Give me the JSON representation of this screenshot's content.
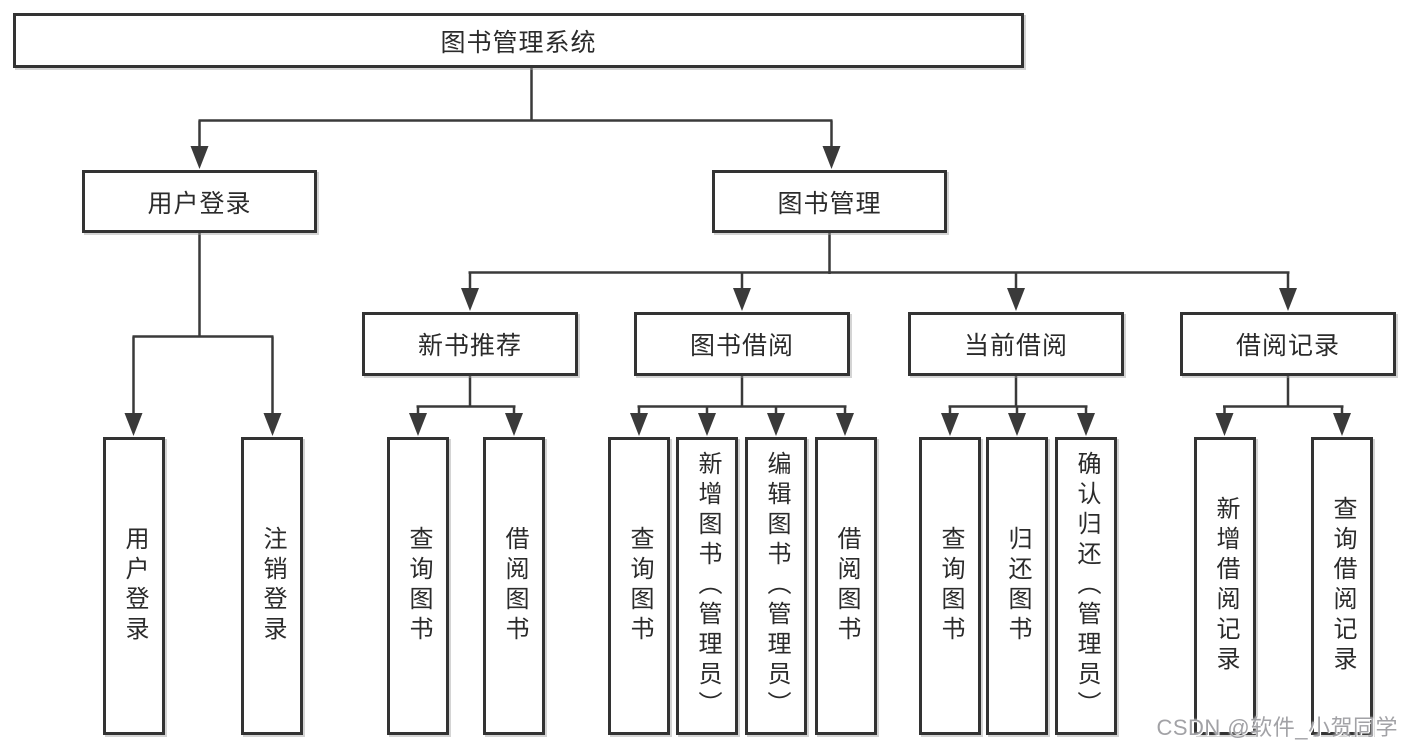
{
  "title": "图书管理系统",
  "colors": {
    "background": "#ffffff",
    "box_border": "#333333",
    "connector_line": "#3a3a3a",
    "text": "#2b2b2b",
    "watermark_text": "#a2a2a6"
  },
  "nodes": {
    "root": "图书管理系统",
    "level2": [
      "用户登录",
      "图书管理"
    ],
    "level3": [
      "新书推荐",
      "图书借阅",
      "当前借阅",
      "借阅记录"
    ],
    "leaves": {
      "user_login": [
        "用户登录",
        "注销登录"
      ],
      "new_book_recommend": [
        "查询图书",
        "借阅图书"
      ],
      "book_borrow": [
        "查询图书",
        "新增图书（管理员）",
        "编辑图书（管理员）",
        "借阅图书"
      ],
      "current_borrow": [
        "查询图书",
        "归还图书",
        "确认归还（管理员）"
      ],
      "borrow_records": [
        "新增借阅记录",
        "查询借阅记录"
      ]
    }
  },
  "watermark": "CSDN @软件_小贺同学"
}
